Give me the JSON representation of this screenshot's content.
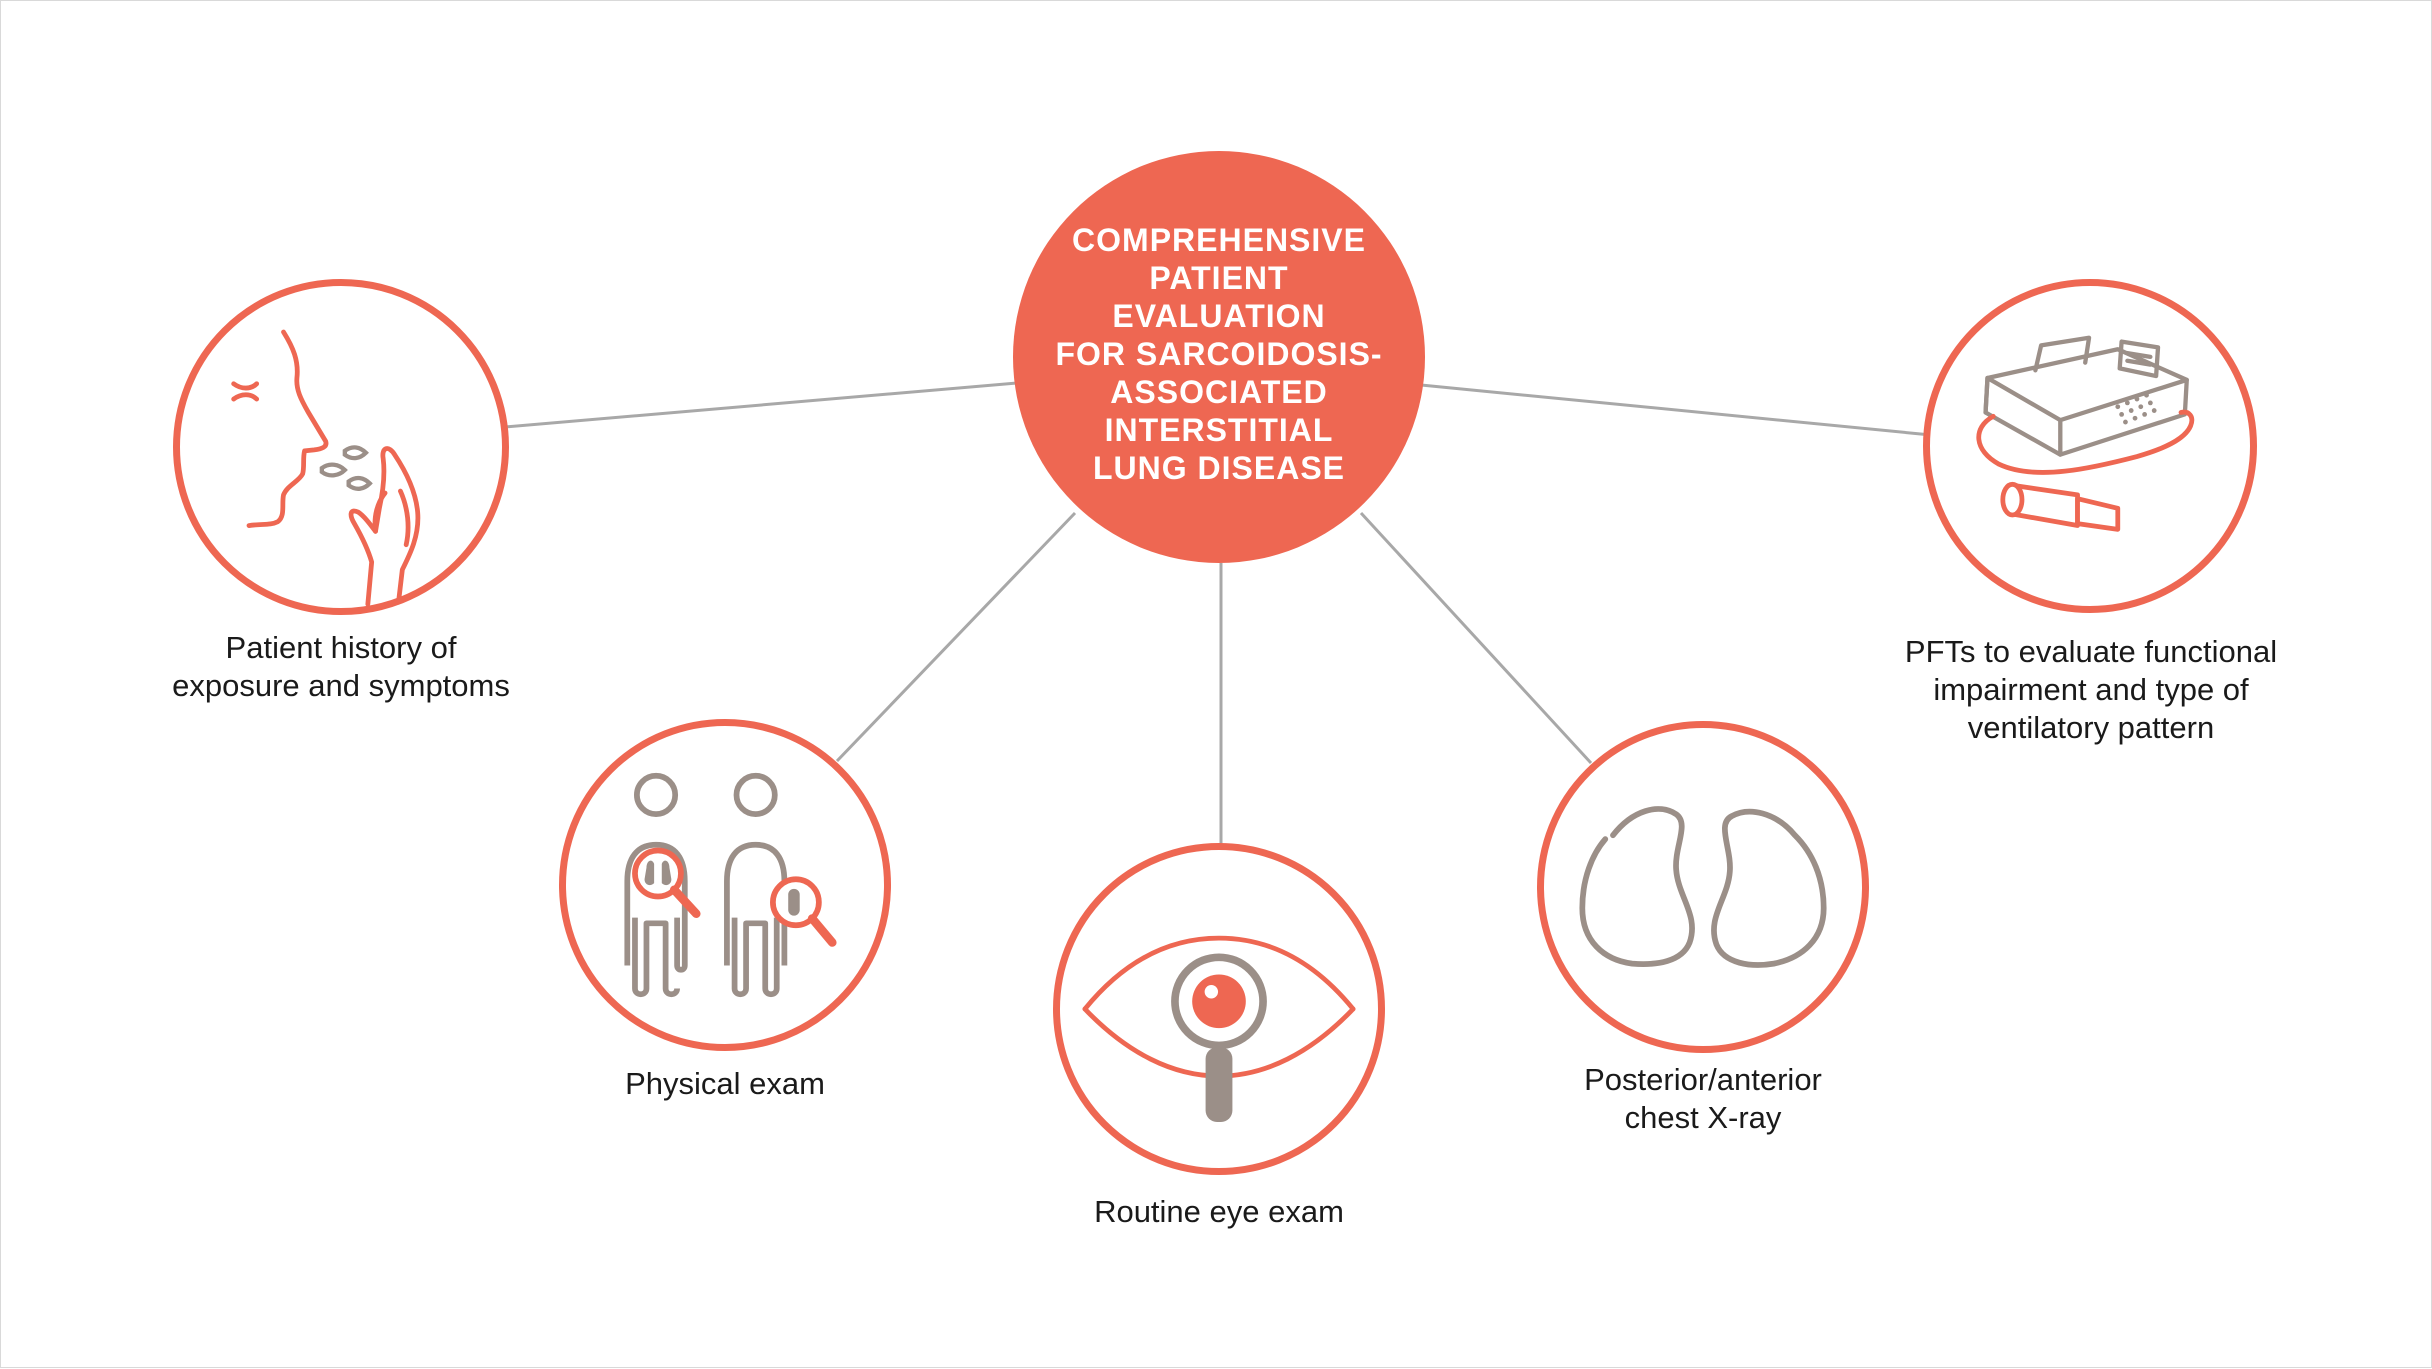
{
  "colors": {
    "accent": "#ee6752",
    "icon_gray": "#9b8f88",
    "line": "#a8a8a8",
    "text": "#1a1a1a"
  },
  "center": {
    "title_lines": [
      "COMPREHENSIVE",
      "PATIENT",
      "EVALUATION",
      "FOR SARCOIDOSIS-",
      "ASSOCIATED",
      "INTERSTITIAL",
      "LUNG DISEASE"
    ]
  },
  "nodes": [
    {
      "id": "history",
      "icon": "face-cough-icon",
      "label_lines": [
        "Patient history of",
        "exposure and symptoms"
      ]
    },
    {
      "id": "physical",
      "icon": "people-magnifier-icon",
      "label_lines": [
        "Physical exam"
      ]
    },
    {
      "id": "eye",
      "icon": "eye-magnifier-icon",
      "label_lines": [
        "Routine eye exam"
      ]
    },
    {
      "id": "xray",
      "icon": "lungs-outline-icon",
      "label_lines": [
        "Posterior/anterior",
        "chest X-ray"
      ]
    },
    {
      "id": "pft",
      "icon": "spirometer-icon",
      "label_lines": [
        "PFTs to evaluate functional",
        "impairment and type of",
        "ventilatory pattern"
      ]
    }
  ]
}
